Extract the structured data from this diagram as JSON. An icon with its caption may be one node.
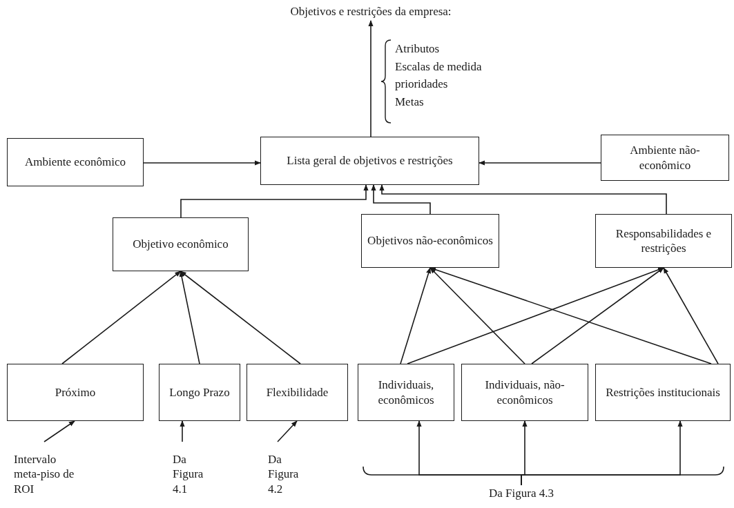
{
  "diagram": {
    "nodes": [
      {
        "text": [
          "Objetivos e restrições da empresa:"
        ]
      },
      {
        "text": [
          "Ambiente econômico"
        ]
      },
      {
        "text": [
          "Lista geral de objetivos e restrições"
        ]
      },
      {
        "text": [
          "Ambiente não-econômico"
        ]
      },
      {
        "text": [
          "Objetivo econômico"
        ]
      },
      {
        "text": [
          "Objetivos não-econômicos"
        ]
      },
      {
        "text": [
          "Responsabilidades e restrições"
        ]
      },
      {
        "text": [
          "Próximo"
        ]
      },
      {
        "text": [
          "Longo Prazo"
        ]
      },
      {
        "text": [
          "Flexibilidade"
        ]
      },
      {
        "text": [
          "Individuais, econômicos"
        ]
      },
      {
        "text": [
          "Individuais, não-econômicos"
        ]
      },
      {
        "text": [
          "Restrições institucionais"
        ]
      },
      {
        "text": [
          "Intervalo meta-piso de ROI"
        ]
      },
      {
        "text": [
          "Da Figura 4.1"
        ]
      },
      {
        "text": [
          "Da Figura 4.2"
        ]
      },
      {
        "text": [
          "Da Figura 4.3"
        ]
      }
    ],
    "edges": [
      {
        "from": 2,
        "to": 0,
        "arrow": "to"
      },
      {
        "from": 1,
        "to": 2,
        "arrow": "to"
      },
      {
        "from": 3,
        "to": 2,
        "arrow": "to"
      },
      {
        "from": 4,
        "to": 2,
        "arrow": "to"
      },
      {
        "from": 5,
        "to": 2,
        "arrow": "to"
      },
      {
        "from": 6,
        "to": 2,
        "arrow": "to"
      },
      {
        "from": 7,
        "to": 4,
        "arrow": "to"
      },
      {
        "from": 8,
        "to": 4,
        "arrow": "to"
      },
      {
        "from": 9,
        "to": 4,
        "arrow": "to"
      },
      {
        "from": 10,
        "to": 5,
        "arrow": "to"
      },
      {
        "from": 10,
        "to": 6,
        "arrow": "to"
      },
      {
        "from": 11,
        "to": 5,
        "arrow": "to"
      },
      {
        "from": 11,
        "to": 6,
        "arrow": "to"
      },
      {
        "from": 12,
        "to": 5,
        "arrow": "to"
      },
      {
        "from": 12,
        "to": 6,
        "arrow": "to"
      },
      {
        "from": 13,
        "to": 7,
        "arrow": "to"
      },
      {
        "from": 14,
        "to": 8,
        "arrow": "to"
      },
      {
        "from": 15,
        "to": 9,
        "arrow": "to"
      },
      {
        "from": 16,
        "to": 10,
        "arrow": "to"
      },
      {
        "from": 16,
        "to": 11,
        "arrow": "to"
      },
      {
        "from": 16,
        "to": 12,
        "arrow": "to"
      }
    ],
    "labels": [
      "Atributos",
      "Escalas de medida",
      "prioridades",
      "Metas"
    ]
  }
}
